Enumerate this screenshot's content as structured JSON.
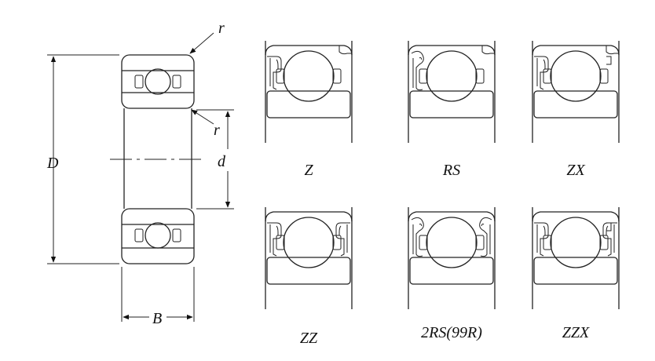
{
  "main_drawing": {
    "dim_D": "D",
    "dim_d": "d",
    "dim_B": "B",
    "radius_outer": "r",
    "radius_inner": "r"
  },
  "variants": [
    {
      "label": "Z"
    },
    {
      "label": "RS"
    },
    {
      "label": "ZX"
    },
    {
      "label": "ZZ"
    },
    {
      "label": "2RS(99R)"
    },
    {
      "label": "ZZX"
    }
  ]
}
